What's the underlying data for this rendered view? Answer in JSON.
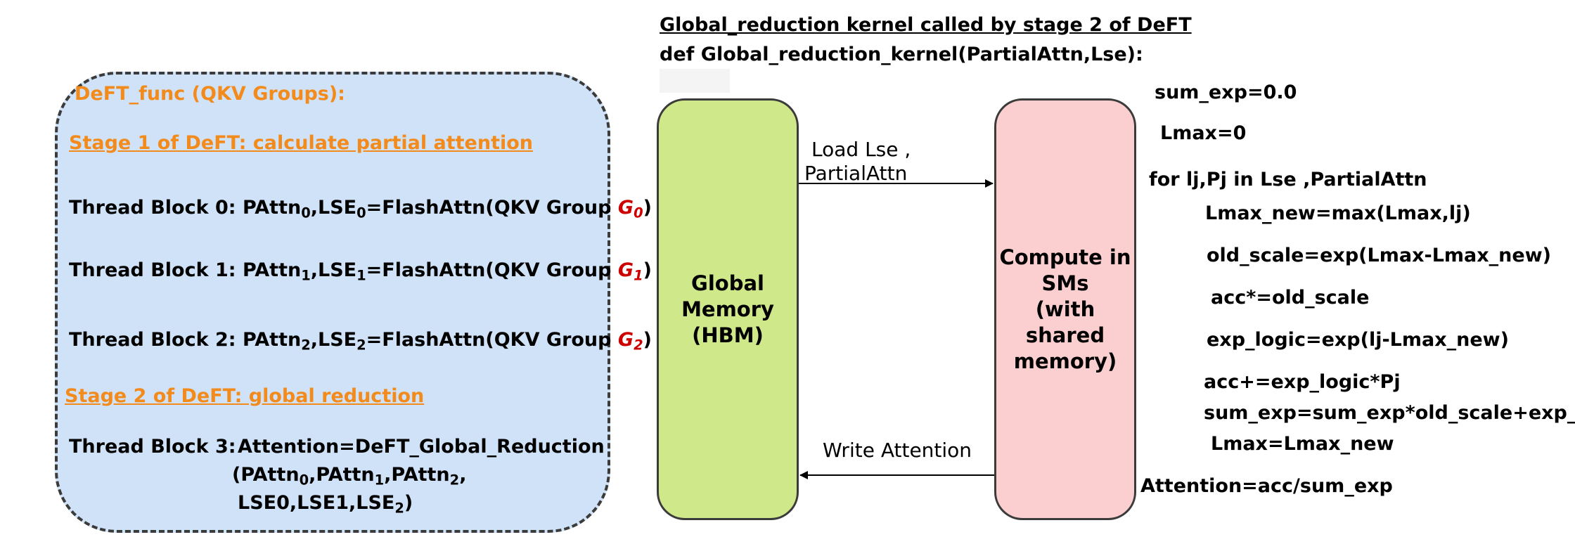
{
  "left_panel": {
    "func_title": "DeFT_func (QKV Groups):",
    "stage1_title": "Stage 1 of DeFT: calculate partial attention",
    "tb0": {
      "label": "Thread Block 0:",
      "p": "PAttn",
      "s": "0",
      "l": ",LSE",
      "ls": "0",
      "f": "=FlashAttn(QKV Group ",
      "g": "G",
      "gs": "0",
      "end": ")"
    },
    "tb1": {
      "label": "Thread Block 1:",
      "p": "PAttn",
      "s": "1",
      "l": ",LSE",
      "ls": "1",
      "f": "=FlashAttn(QKV Group ",
      "g": "G",
      "gs": "1",
      "end": ")"
    },
    "tb2": {
      "label": "Thread Block 2:",
      "p": "PAttn",
      "s": "2",
      "l": ",LSE",
      "ls": "2",
      "f": "=FlashAttn(QKV Group ",
      "g": "G",
      "gs": "2",
      "end": ")"
    },
    "stage2_title": "Stage 2 of DeFT: global reduction",
    "tb3": {
      "label": "Thread Block 3:",
      "line1": "Attention=DeFT_Global_Reduction",
      "l2a": "(PAttn",
      "l2s0": "0",
      "l2b": ",PAttn",
      "l2s1": "1",
      "l2c": ",PAttn",
      "l2s2": "2",
      "l2d": ",",
      "l3a": "LSE0,LSE1,LSE",
      "l3s": "2",
      "l3b": ")"
    }
  },
  "kernel": {
    "header": "Global_reduction kernel called by stage 2 of DeFT",
    "def_line": "def Global_reduction_kernel(PartialAttn,Lse):"
  },
  "hbm_box": {
    "label": "Global\nMemory\n(HBM)"
  },
  "sm_box": {
    "label": "Compute in\nSMs\n(with shared\nmemory)"
  },
  "arrows": {
    "load_line1": "Load Lse ,",
    "load_line2": "PartialAttn",
    "write": "Write Attention"
  },
  "code": {
    "l1": "sum_exp=0.0",
    "l2": "Lmax=0",
    "l3": "for lj,Pj in Lse ,PartialAttn",
    "l4": "Lmax_new=max(Lmax,lj)",
    "l5": "old_scale=exp(Lmax-Lmax_new)",
    "l6": "acc*=old_scale",
    "l7": "exp_logic=exp(lj-Lmax_new)",
    "l8": "acc+=exp_logic*Pj",
    "l9": "sum_exp=sum_exp*old_scale+exp_logic",
    "l10": "Lmax=Lmax_new",
    "l11": "Attention=acc/sum_exp"
  },
  "colors": {
    "panel_fill": "#cfe2f7",
    "hbm_fill": "#cfe88a",
    "sm_fill": "#fbcfcf",
    "title_orange": "#f38b1c",
    "group_red": "#cc0000"
  }
}
